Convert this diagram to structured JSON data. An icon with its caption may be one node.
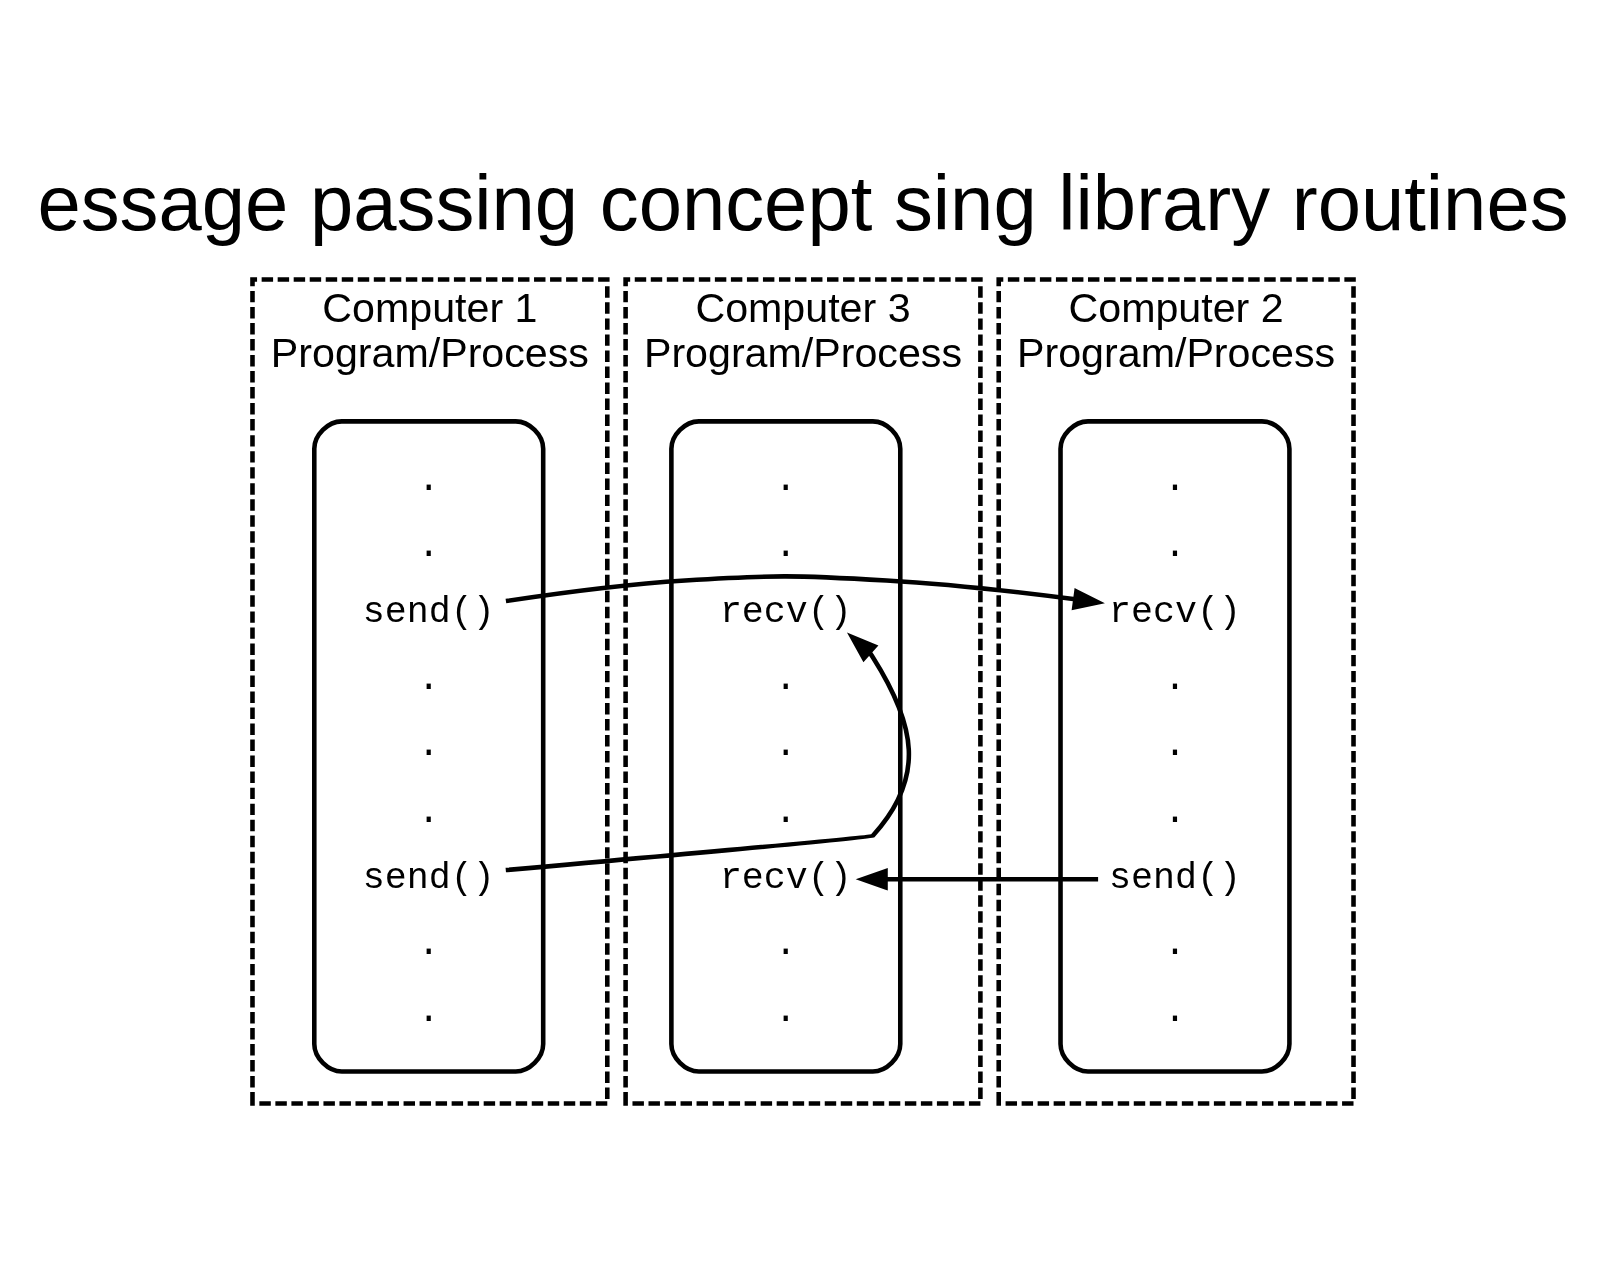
{
  "diagram": {
    "title": "essage passing concept sing library routines",
    "nodes": [
      {
        "text": [
          "Computer 1",
          "Program/Process"
        ]
      },
      {
        "text": [],
        "shape": "box",
        "in": 0
      },
      {
        "text": [
          "."
        ],
        "in": 1
      },
      {
        "text": [
          "."
        ],
        "in": 1
      },
      {
        "text": [
          "send()"
        ],
        "in": 1
      },
      {
        "text": [
          "."
        ],
        "in": 1
      },
      {
        "text": [
          "."
        ],
        "in": 1
      },
      {
        "text": [
          "."
        ],
        "in": 1
      },
      {
        "text": [
          "send()"
        ],
        "in": 1
      },
      {
        "text": [
          "."
        ],
        "in": 1
      },
      {
        "text": [
          "."
        ],
        "in": 1
      },
      {
        "text": [
          "Computer 2",
          "Program/Process"
        ]
      },
      {
        "text": [],
        "shape": "box",
        "in": 11
      },
      {
        "text": [
          "."
        ],
        "in": 12
      },
      {
        "text": [
          "."
        ],
        "in": 12
      },
      {
        "text": [
          "recv()"
        ],
        "in": 12
      },
      {
        "text": [
          "."
        ],
        "in": 12
      },
      {
        "text": [
          "."
        ],
        "in": 12
      },
      {
        "text": [
          "."
        ],
        "in": 12
      },
      {
        "text": [
          "send()"
        ],
        "in": 12
      },
      {
        "text": [
          "."
        ],
        "in": 12
      },
      {
        "text": [
          "."
        ],
        "in": 12
      },
      {
        "text": [
          "Computer 3",
          "Program/Process"
        ]
      },
      {
        "text": [],
        "shape": "box",
        "in": 22
      },
      {
        "text": [
          "."
        ],
        "in": 23
      },
      {
        "text": [
          "."
        ],
        "in": 23
      },
      {
        "text": [
          "recv()"
        ],
        "in": 23
      },
      {
        "text": [
          "."
        ],
        "in": 23
      },
      {
        "text": [
          "."
        ],
        "in": 23
      },
      {
        "text": [
          "."
        ],
        "in": 23
      },
      {
        "text": [
          "recv()"
        ],
        "in": 23
      },
      {
        "text": [
          "."
        ],
        "in": 23
      },
      {
        "text": [
          "."
        ],
        "in": 23
      }
    ],
    "edges": [
      {
        "from": 4,
        "to": 15,
        "arrow": "to"
      },
      {
        "from": 8,
        "to": 26,
        "arrow": "to"
      },
      {
        "from": 19,
        "to": 30,
        "arrow": "to"
      }
    ]
  }
}
